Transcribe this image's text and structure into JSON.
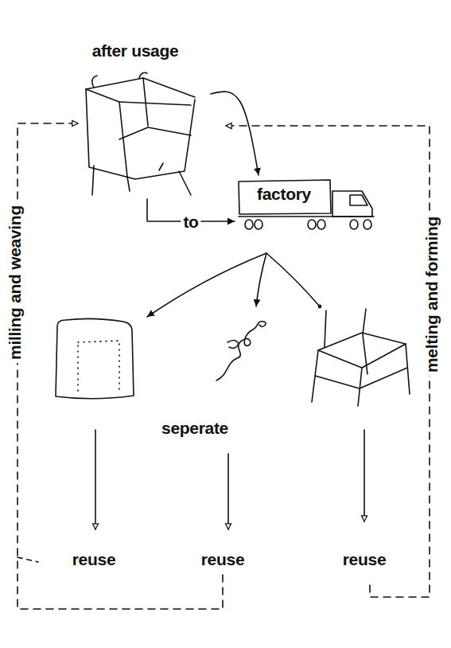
{
  "diagram": {
    "nodes": [
      {
        "text": [
          "after usage"
        ]
      },
      {
        "text": [
          "factory"
        ]
      }
    ],
    "edges": [
      {
        "from": 0,
        "to": 1,
        "arrow": "to"
      },
      {
        "from": 0,
        "to": 1,
        "label": "to",
        "arrow": "to"
      }
    ],
    "labels": [
      "seperate",
      "reuse",
      "reuse",
      "reuse",
      "milling and weaving",
      "melting and forming"
    ]
  }
}
